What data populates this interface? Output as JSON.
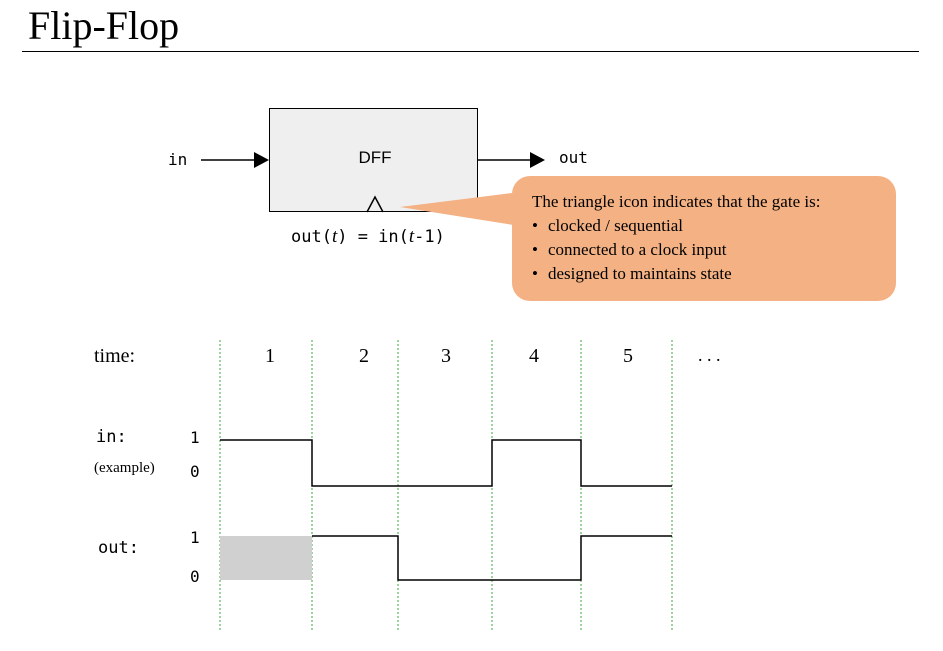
{
  "title": "Flip-Flop",
  "gate": {
    "input_label": "in",
    "output_label": "out",
    "name": "DFF",
    "equation": {
      "out": "out(",
      "t": "t",
      "mid": ") = in(",
      "t2": "t",
      "end": "-1)"
    }
  },
  "callout": {
    "heading": "The triangle icon indicates that the gate is:",
    "bullets": [
      "clocked / sequential",
      "connected to a clock input",
      "designed to maintains state"
    ]
  },
  "timing": {
    "time_label": "time:",
    "steps": [
      "1",
      "2",
      "3",
      "4",
      "5"
    ],
    "ellipsis": ". . .",
    "in_label": "in:",
    "in_sub": "(example)",
    "out_label": "out:",
    "high": "1",
    "low": "0",
    "in_values": [
      1,
      0,
      0,
      1,
      0
    ],
    "out_values": [
      null,
      1,
      0,
      0,
      1
    ]
  },
  "colors": {
    "callout_fill": "#f4b183",
    "box_fill": "#efefef",
    "grid_line": "#3aa83a",
    "unknown_fill": "#d0d0d0"
  }
}
